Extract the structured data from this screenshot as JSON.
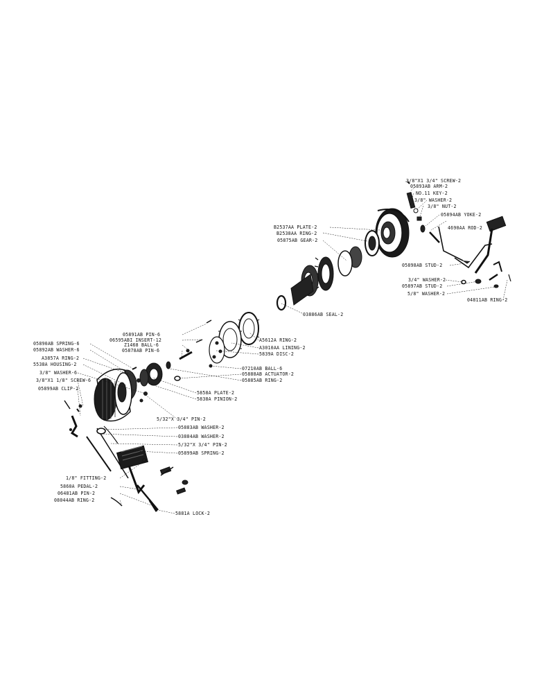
{
  "colors": {
    "ink": "#111111",
    "paper": "#ffffff"
  },
  "labels": {
    "screw_r": "3/8\"X1 3/4\" SCREW-2",
    "arm": "05893AB ARM-2",
    "key": "NO.11 KEY-2",
    "washer_r": "3/8\" WASHER-2",
    "nut_r": "3/8\" NUT-2",
    "yoke": "05894AB YOKE-2",
    "rod": "4690AA ROD-2",
    "plate_b": "B2537AA PLATE-2",
    "ring_b": "B2538AA RING-2",
    "gear": "05875AB GEAR-2",
    "stud_1": "05898AB STUD-2",
    "washer_34": "3/4\" WASHER-2",
    "stud_2": "05897AB STUD-2",
    "washer_58": "5/8\" WASHER-2",
    "ring_04811": "04811AB RING-2",
    "seal": "03886AB SEAL-2",
    "pin_05891": "05891AB PIN-6",
    "insert": "06595ABI INSERT-12",
    "ball_z": "Z1468 BALL-6",
    "pin_05878": "05878AB PIN-6",
    "spring_05890": "05890AB SPRING-6",
    "washer_05892": "05892AB WASHER-6",
    "ring_a3857": "A3857A RING-2",
    "housing": "5538A HOUSING-2",
    "washer_l": "3/8\" WASHER-6",
    "screw_l": "3/8\"X1 1/8\" SCREW-6",
    "clip": "05899AB CLIP-2",
    "ring_a5612": "A5612A RING-2",
    "lining": "A3010AA LINING-2",
    "disc": "5839A DISC-2",
    "ball_07210": "07210AB BALL-6",
    "actuator": "05888AB ACTUATOR-2",
    "ring_05885": "05885AB RING-2",
    "plate_5858": "5858A PLATE-2",
    "pinion": "5838A PINION-2",
    "pin_532_a": "5/32\"X 3/4\" PIN-2",
    "washer_05883": "05883AB WASHER-2",
    "washer_03884": "03884AB WASHER-2",
    "pin_532_b": "5/32\"X 3/4\" PIN-2",
    "spring_05899": "05899AB SPRING-2",
    "fitting": "1/8\" FITTING-2",
    "pedal": "5860A PEDAL-2",
    "pin_06481": "06481AB PIN-2",
    "ring_08044": "08044AB RING-2",
    "lock": "5881A LOCK-2"
  }
}
